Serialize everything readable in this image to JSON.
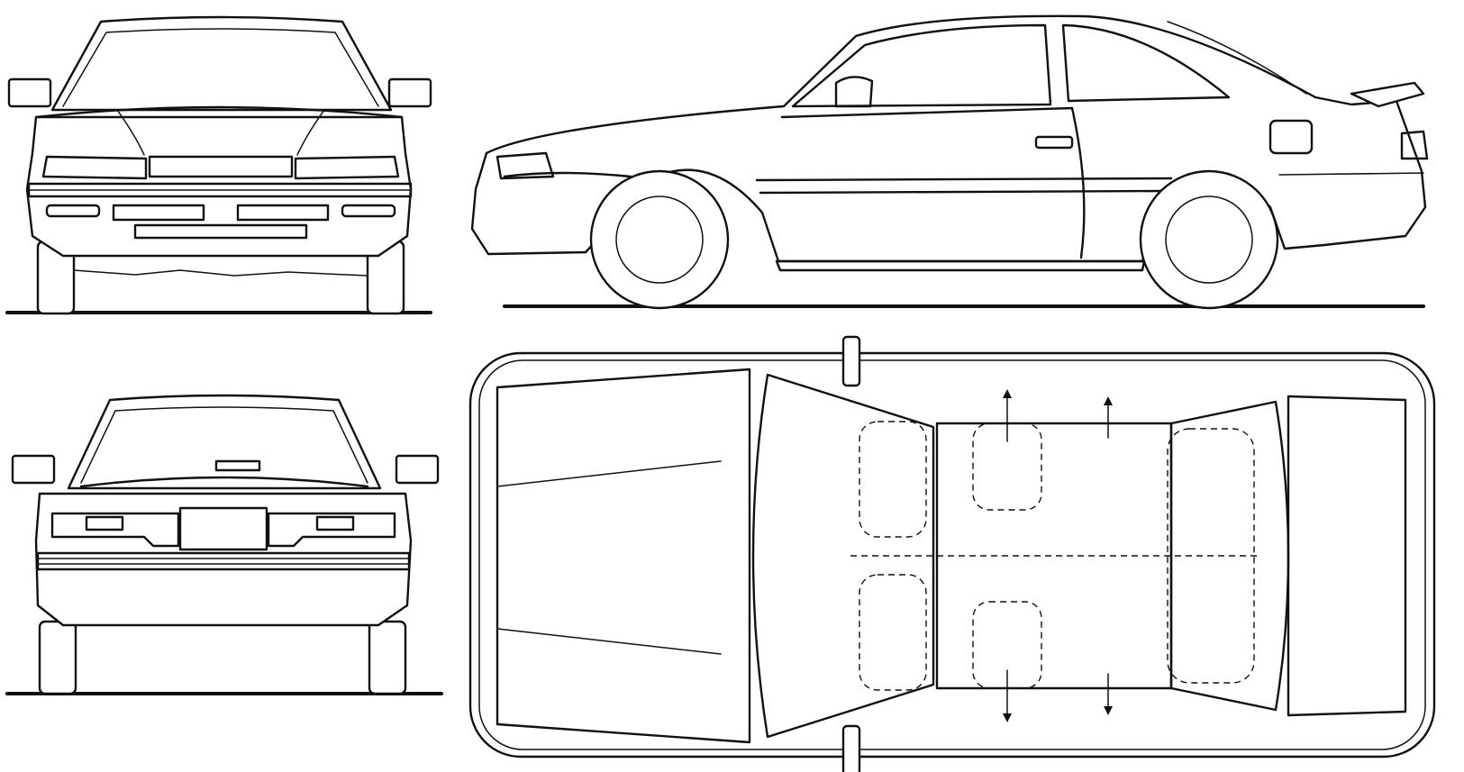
{
  "colors": {
    "ink": "#111111",
    "paper": "#ffffff"
  },
  "views": [
    {
      "id": "front",
      "icon": "car-front-view-drawing"
    },
    {
      "id": "side",
      "icon": "car-side-view-drawing"
    },
    {
      "id": "rear",
      "icon": "car-rear-view-drawing"
    },
    {
      "id": "top",
      "icon": "car-top-view-drawing"
    }
  ]
}
